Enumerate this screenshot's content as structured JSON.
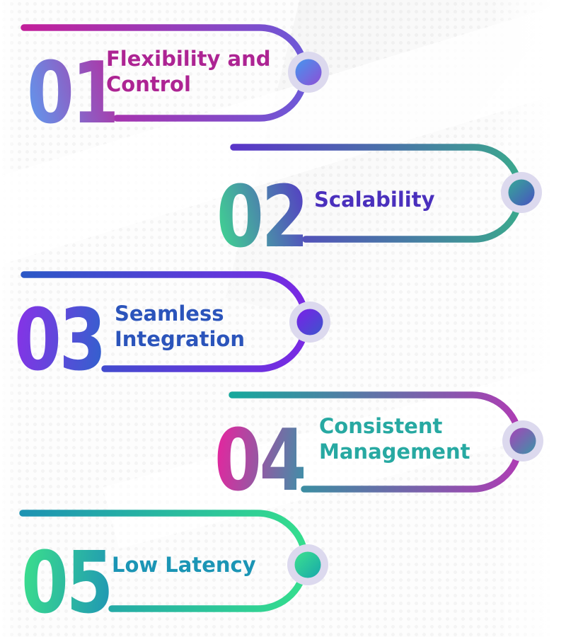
{
  "items": [
    {
      "number": "01",
      "title": "Flexibility and Control",
      "title_color": "#ad2493",
      "line_gradient": [
        "#c2209b",
        "#6b5ad9"
      ],
      "number_gradient": [
        "#5b9ff2",
        "#b52b9f"
      ],
      "dot_gradient": [
        "#4596ee",
        "#8e4fd6"
      ]
    },
    {
      "number": "02",
      "title": "Scalability",
      "title_color": "#4a30bd",
      "line_gradient": [
        "#5a35c8",
        "#3aaa8c"
      ],
      "number_gradient": [
        "#3ee08d",
        "#5636c6"
      ],
      "dot_gradient": [
        "#36a897",
        "#4853c0"
      ]
    },
    {
      "number": "03",
      "title": "Seamless Integration",
      "title_color": "#2b54bb",
      "line_gradient": [
        "#2c58c6",
        "#7b28e4"
      ],
      "number_gradient": [
        "#8b30e8",
        "#2f63cc"
      ],
      "dot_gradient": [
        "#7a20e8",
        "#3c55cc"
      ]
    },
    {
      "number": "04",
      "title": "Consistent Management",
      "title_color": "#27a9a2",
      "line_gradient": [
        "#16a89c",
        "#b13ab4"
      ],
      "number_gradient": [
        "#ee1f9e",
        "#3a93a8"
      ],
      "dot_gradient": [
        "#a644b8",
        "#3b94a8"
      ]
    },
    {
      "number": "05",
      "title": "Low Latency",
      "title_color": "#1b95b5",
      "line_gradient": [
        "#1d93b2",
        "#35df8d"
      ],
      "number_gradient": [
        "#3ce18a",
        "#1f95b5"
      ],
      "dot_gradient": [
        "#3ce18e",
        "#17a8ab"
      ]
    }
  ],
  "marker_ring_color": "#dcd9ee"
}
